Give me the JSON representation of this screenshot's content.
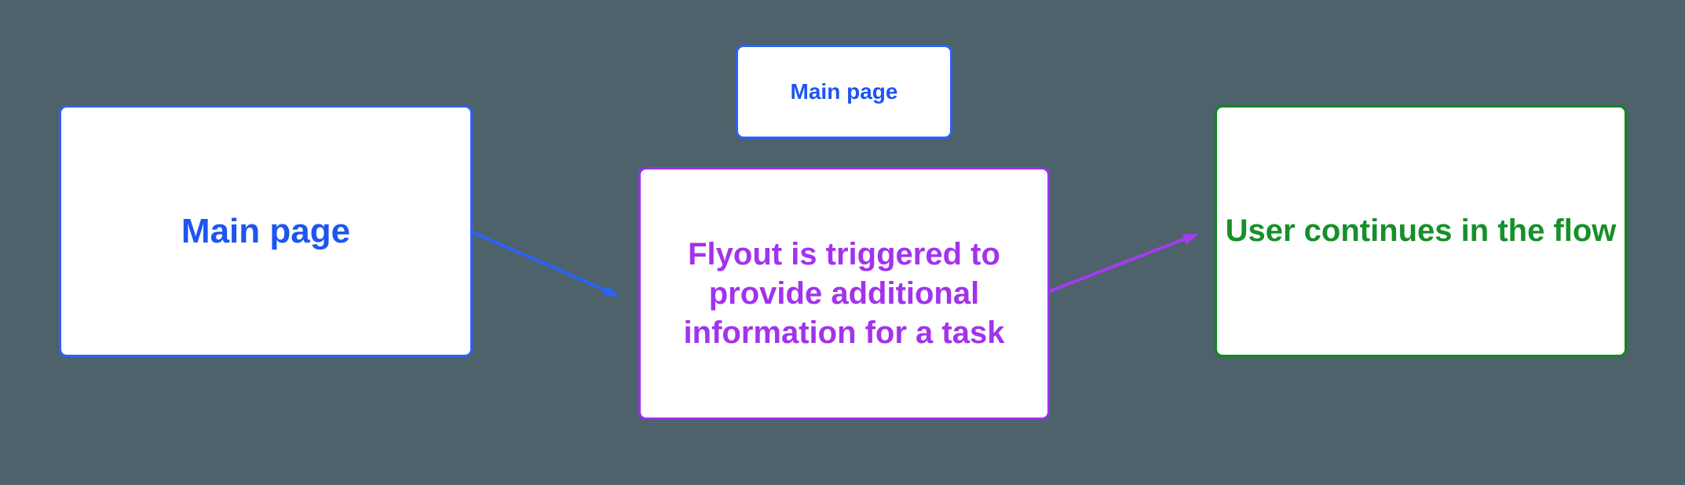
{
  "canvas": {
    "background_color": "#4d626a"
  },
  "nodes": {
    "main_page": {
      "label": "Main page",
      "text_color": "#1d55ef",
      "border_color": "#2b62f8",
      "fill_color": "#ffffff"
    },
    "main_page_small": {
      "label": "Main page",
      "text_color": "#1d55ef",
      "border_color": "#2b62f8",
      "fill_color": "#ffffff"
    },
    "flyout": {
      "lines": [
        "Flyout is triggered to",
        "provide additional",
        "information for a task"
      ],
      "text_color": "#a233ec",
      "border_color": "#9b30f2",
      "fill_color": "#ffffff"
    },
    "continue_flow": {
      "label": "User continues in the flow",
      "text_color": "#16902a",
      "border_color": "#10891f",
      "fill_color": "#ffffff"
    }
  },
  "arrows": {
    "main_to_flyout": {
      "color": "#2b62f8"
    },
    "flyout_to_continue": {
      "color": "#a43bf2"
    }
  }
}
